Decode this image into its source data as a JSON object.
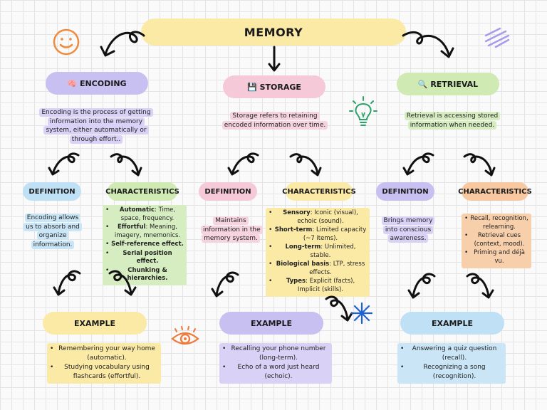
{
  "title": "MEMORY",
  "colors": {
    "yellow": "#fbe9a6",
    "purple": "#c9c0f2",
    "pink": "#f5c9d8",
    "green": "#cfeab2",
    "blue": "#bfe0f5",
    "orange": "#f8c9a0",
    "hl_yellow": "#fbe9a6",
    "hl_purple": "#d9d2f6",
    "hl_pink": "#f5d3df",
    "hl_green": "#d6edc1",
    "hl_blue": "#c9e5f6",
    "hl_orange": "#f8cfab"
  },
  "encoding": {
    "header": "🧠 ENCODING",
    "intro": "Encoding is the process of getting information into the memory system, either automatically or through effort..",
    "definition_label": "DEFINITION",
    "definition": "Encoding allows us to absorb and organize information.",
    "characteristics_label": "CHARACTERISTICS",
    "characteristics": [
      {
        "term": "Automatic",
        "text": ": Time, space, frequency."
      },
      {
        "term": "Effortful",
        "text": ": Meaning, imagery, mnemonics."
      },
      {
        "term": "Self-reference effect.",
        "text": ""
      },
      {
        "term": "Serial position effect.",
        "text": ""
      },
      {
        "term": "Chunking & hierarchies.",
        "text": ""
      }
    ],
    "example_label": "EXAMPLE",
    "examples": [
      "Remembering your way home (automatic).",
      "Studying vocabulary using flashcards (effortful)."
    ]
  },
  "storage": {
    "header": "💾 STORAGE",
    "intro": "Storage refers to retaining encoded information over time.",
    "definition_label": "DEFINITION",
    "definition": "Maintains information in the memory system.",
    "characteristics_label": "CHARACTERISTICS",
    "characteristics": [
      {
        "term": "Sensory",
        "text": ": Iconic (visual), echoic (sound)."
      },
      {
        "term": "Short-term",
        "text": ": Limited capacity (~7 items)."
      },
      {
        "term": "Long-term",
        "text": ": Unlimited, stable."
      },
      {
        "term": "Biological basis",
        "text": ": LTP, stress effects."
      },
      {
        "term": "Types",
        "text": ": Explicit (facts), Implicit (skills)."
      }
    ],
    "example_label": "EXAMPLE",
    "examples": [
      "Recalling your phone number (long-term).",
      "Echo of a word just heard (echoic)."
    ]
  },
  "retrieval": {
    "header": "🔍 RETRIEVAL",
    "intro": "Retrieval is accessing stored information when needed.",
    "definition_label": "DEFINITION",
    "definition": "Brings memory into conscious awareness.",
    "characteristics_label": "CHARACTERISTICS",
    "characteristics": [
      {
        "term": "",
        "text": "Recall, recognition, relearning."
      },
      {
        "term": "",
        "text": "Retrieval cues (context, mood)."
      },
      {
        "term": "",
        "text": "Priming and déjà vu."
      }
    ],
    "example_label": "EXAMPLE",
    "examples": [
      "Answering a quiz question (recall).",
      "Recognizing a song (recognition)."
    ]
  },
  "decorations": [
    "smiley-doodle",
    "scribble-doodle",
    "lightbulb-doodle",
    "eye-doodle",
    "star-doodle"
  ]
}
